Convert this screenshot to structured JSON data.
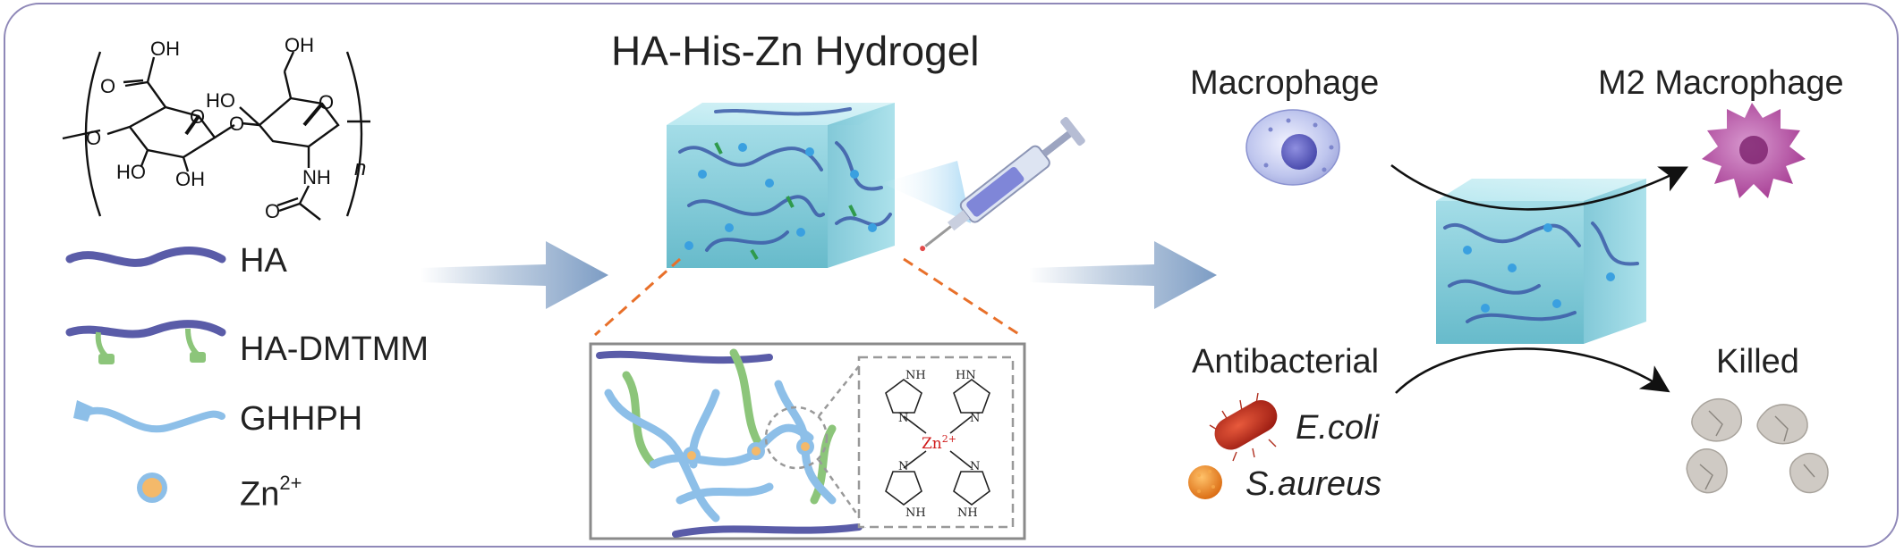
{
  "title": "HA-His-Zn Hydrogel",
  "legend": [
    {
      "label": "HA",
      "icon": "ha-chain-icon",
      "color": "#5a5ca8"
    },
    {
      "label": "HA-DMTMM",
      "icon": "ha-dmtmm-icon",
      "color": "#5a5ca8",
      "accent": "#8cc57a"
    },
    {
      "label": "GHHPH",
      "icon": "ghhph-peptide-icon",
      "color": "#8dbfe8"
    },
    {
      "label": "Zn",
      "sup": "2+",
      "icon": "zinc-ion-icon",
      "color": "#f4b96a"
    }
  ],
  "structure": {
    "atoms": {
      "oh": "OH",
      "ho": "HO",
      "o": "O",
      "nh": "NH",
      "n_sub": "n"
    }
  },
  "coordination": {
    "center": "Zn",
    "center_sup": "2+",
    "nh": "NH",
    "hn": "HN",
    "n": "N"
  },
  "right": {
    "macrophage": "Macrophage",
    "m2_macrophage": "M2 Macrophage",
    "antibacterial": "Antibacterial",
    "ecoli": "E.coli",
    "saureus": "S.aureus",
    "killed": "Killed"
  },
  "colors": {
    "frame": "#8f88b8",
    "cube": "#7ccad8",
    "arrow": "#8aa6c8",
    "dashed_orange": "#e8702a",
    "m2": "#b0459a",
    "ecoli": "#c02a1a",
    "saureus": "#e8841e"
  }
}
